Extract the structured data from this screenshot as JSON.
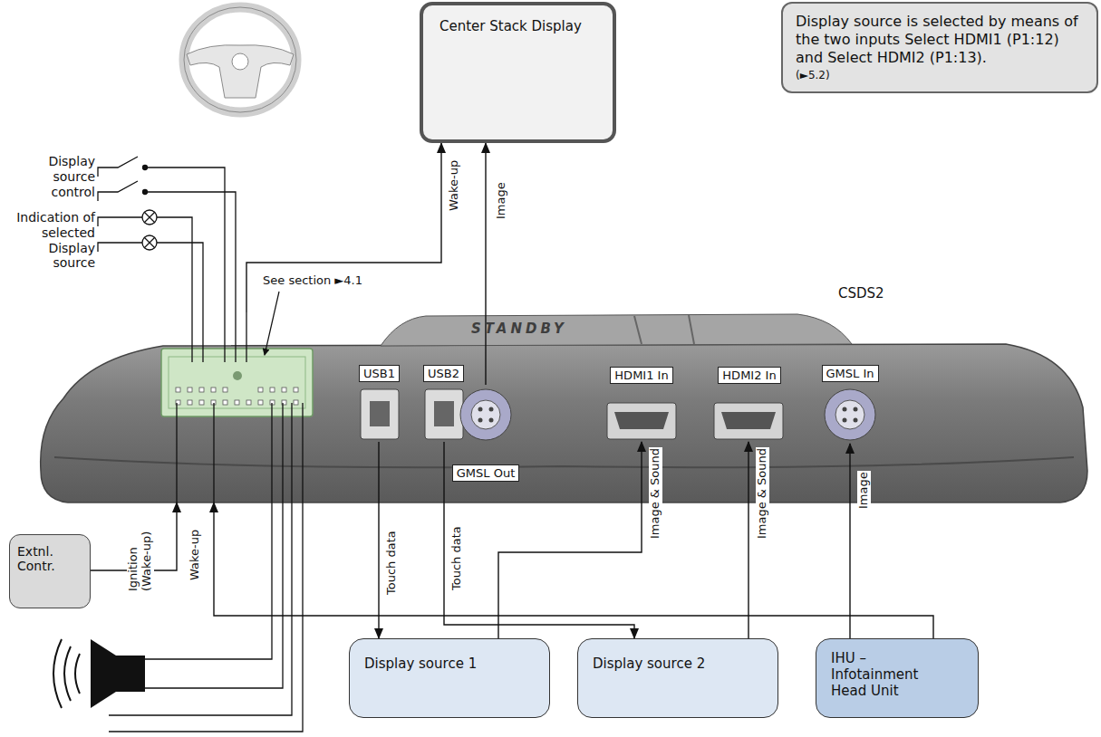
{
  "diagram": {
    "nodes": [
      {
        "text": [
          "Center Stack Display"
        ]
      },
      {
        "text": [
          "Display source is selected by means of the two inputs Select HDMI1 (P1:12) and Select HDMI2 (P1:13).",
          "(►5.2)"
        ]
      },
      {
        "text": [
          "CSDS2"
        ]
      },
      {
        "text": [
          "USB1"
        ],
        "in": 2
      },
      {
        "text": [
          "USB2"
        ],
        "in": 2
      },
      {
        "text": [
          "GMSL Out"
        ],
        "in": 2
      },
      {
        "text": [
          "HDMI1 In"
        ],
        "in": 2
      },
      {
        "text": [
          "HDMI2 In"
        ],
        "in": 2
      },
      {
        "text": [
          "GMSL In"
        ],
        "in": 2
      },
      {
        "text": [
          "Extnl. Contr."
        ]
      },
      {
        "text": [
          "Display source 1"
        ]
      },
      {
        "text": [
          "Display source 2"
        ]
      },
      {
        "text": [
          "IHU – Infotainment Head Unit"
        ]
      }
    ],
    "edges": [
      {
        "from": 5,
        "to": 0,
        "label": "Image",
        "arrow": "to"
      },
      {
        "from": 3,
        "to": 10,
        "label": "Touch data",
        "arrow": "to"
      },
      {
        "from": 4,
        "to": 11,
        "label": "Touch data",
        "arrow": "to"
      },
      {
        "from": 10,
        "to": 6,
        "label": "Image & Sound",
        "arrow": "to"
      },
      {
        "from": 11,
        "to": 7,
        "label": "Image & Sound",
        "arrow": "to"
      },
      {
        "from": 12,
        "to": 8,
        "label": "Image",
        "arrow": "to"
      },
      {
        "from": 9,
        "to": 2,
        "label": "Ignition (Wake-up)",
        "arrow": "to"
      },
      {
        "from": 12,
        "to": 2,
        "label": "Wake-up",
        "arrow": "to"
      },
      {
        "from": 2,
        "to": 0,
        "label": "Wake-up",
        "arrow": "to"
      }
    ],
    "labels": [
      "Display source control",
      "Indication of selected Display source",
      "See section ►4.1",
      "STANDBY"
    ]
  }
}
